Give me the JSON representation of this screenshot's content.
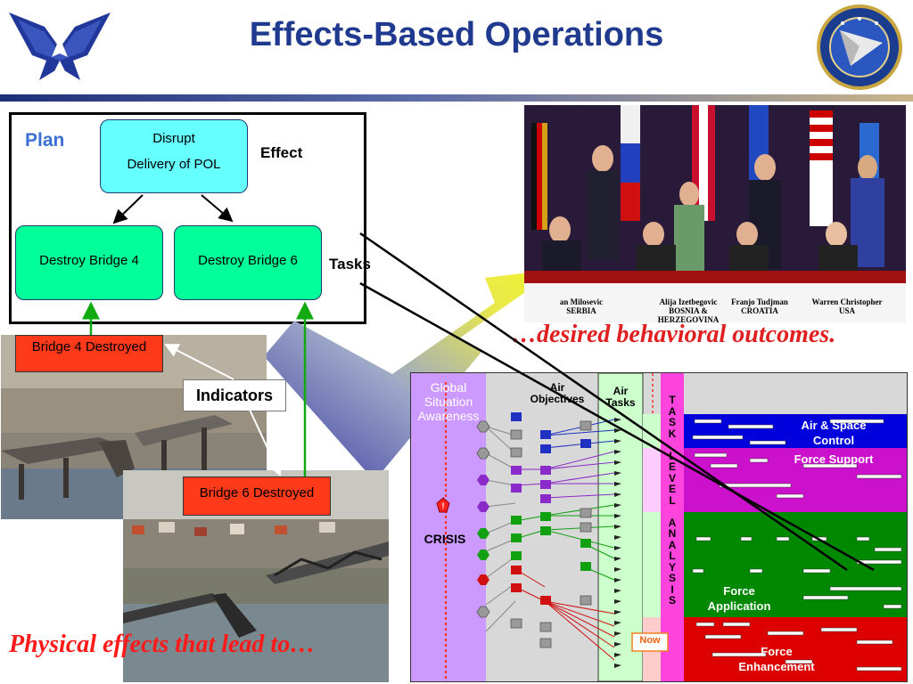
{
  "header": {
    "title": "Effects-Based Operations"
  },
  "plan": {
    "label": "Plan",
    "effect_node": {
      "line1": "Disrupt",
      "line2": "Delivery of POL"
    },
    "effect_label": "Effect",
    "tasks": [
      "Destroy Bridge 4",
      "Destroy Bridge 6"
    ],
    "tasks_label": "Tasks"
  },
  "indicators": {
    "label": "Indicators",
    "bridge4": "Bridge 4 Destroyed",
    "bridge6": "Bridge 6 Destroyed"
  },
  "phrases": {
    "physical": "Physical effects that lead to…",
    "desired": "…desired behavioral outcomes."
  },
  "signing_photo": {
    "captions": [
      {
        "name": "an Milosevic",
        "country": "SERBIA"
      },
      {
        "name": "Alija Izetbegovic",
        "country": "BOSNIA & HERZEGOVINA"
      },
      {
        "name": "Franjo Tudjman",
        "country": "CROATIA"
      },
      {
        "name": "Warren Christopher",
        "country": "USA"
      }
    ]
  },
  "analysis_panel": {
    "gsa": "Global Situation Awareness",
    "crisis": "CRISIS",
    "air_objectives": "Air Objectives",
    "air_tasks": "Air Tasks",
    "task_level_analysis": [
      "T",
      "A",
      "S",
      "K",
      "",
      "L",
      "E",
      "V",
      "E",
      "L",
      "",
      "A",
      "N",
      "A",
      "L",
      "Y",
      "S",
      "I",
      "S"
    ],
    "now": "Now",
    "bands": [
      {
        "label": "Air & Space Control",
        "color": "#0000dd"
      },
      {
        "label": "Force Support",
        "color": "#cc11cc"
      },
      {
        "label": "Force Application",
        "color": "#008800"
      },
      {
        "label": "Force Enhancement",
        "color": "#dd0000"
      }
    ]
  },
  "colors": {
    "title": "#1f3a8f",
    "plan_label": "#3b6fd6",
    "effect_node": "#66ffff",
    "task_node": "#00ff99",
    "indicator_tag": "#ff3a1a",
    "phrase_red": "#ff1a1a",
    "gsa_column": "#cc99ff",
    "air_tasks_column": "#ccffcc",
    "tla_column": "#ff44dd"
  }
}
